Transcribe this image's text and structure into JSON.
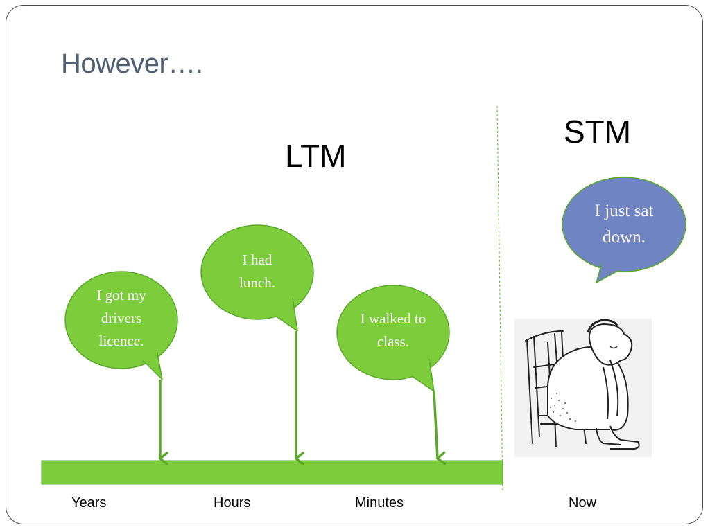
{
  "slide": {
    "title": "However….",
    "ltm_label": "LTM",
    "stm_label": "STM"
  },
  "bubbles": {
    "licence": "I got my drivers licence.",
    "lunch": "I had lunch.",
    "class": "I walked to class.",
    "sat": "I just sat down."
  },
  "timeline": {
    "labels": [
      "Years",
      "Hours",
      "Minutes",
      "Now"
    ]
  },
  "image": {
    "icon": "seated-man-illustration"
  },
  "colors": {
    "green_bubble": "#7ccc3c",
    "green_stroke": "#5aa829",
    "blue_bubble": "#7084c4",
    "title": "#4f5f72"
  }
}
